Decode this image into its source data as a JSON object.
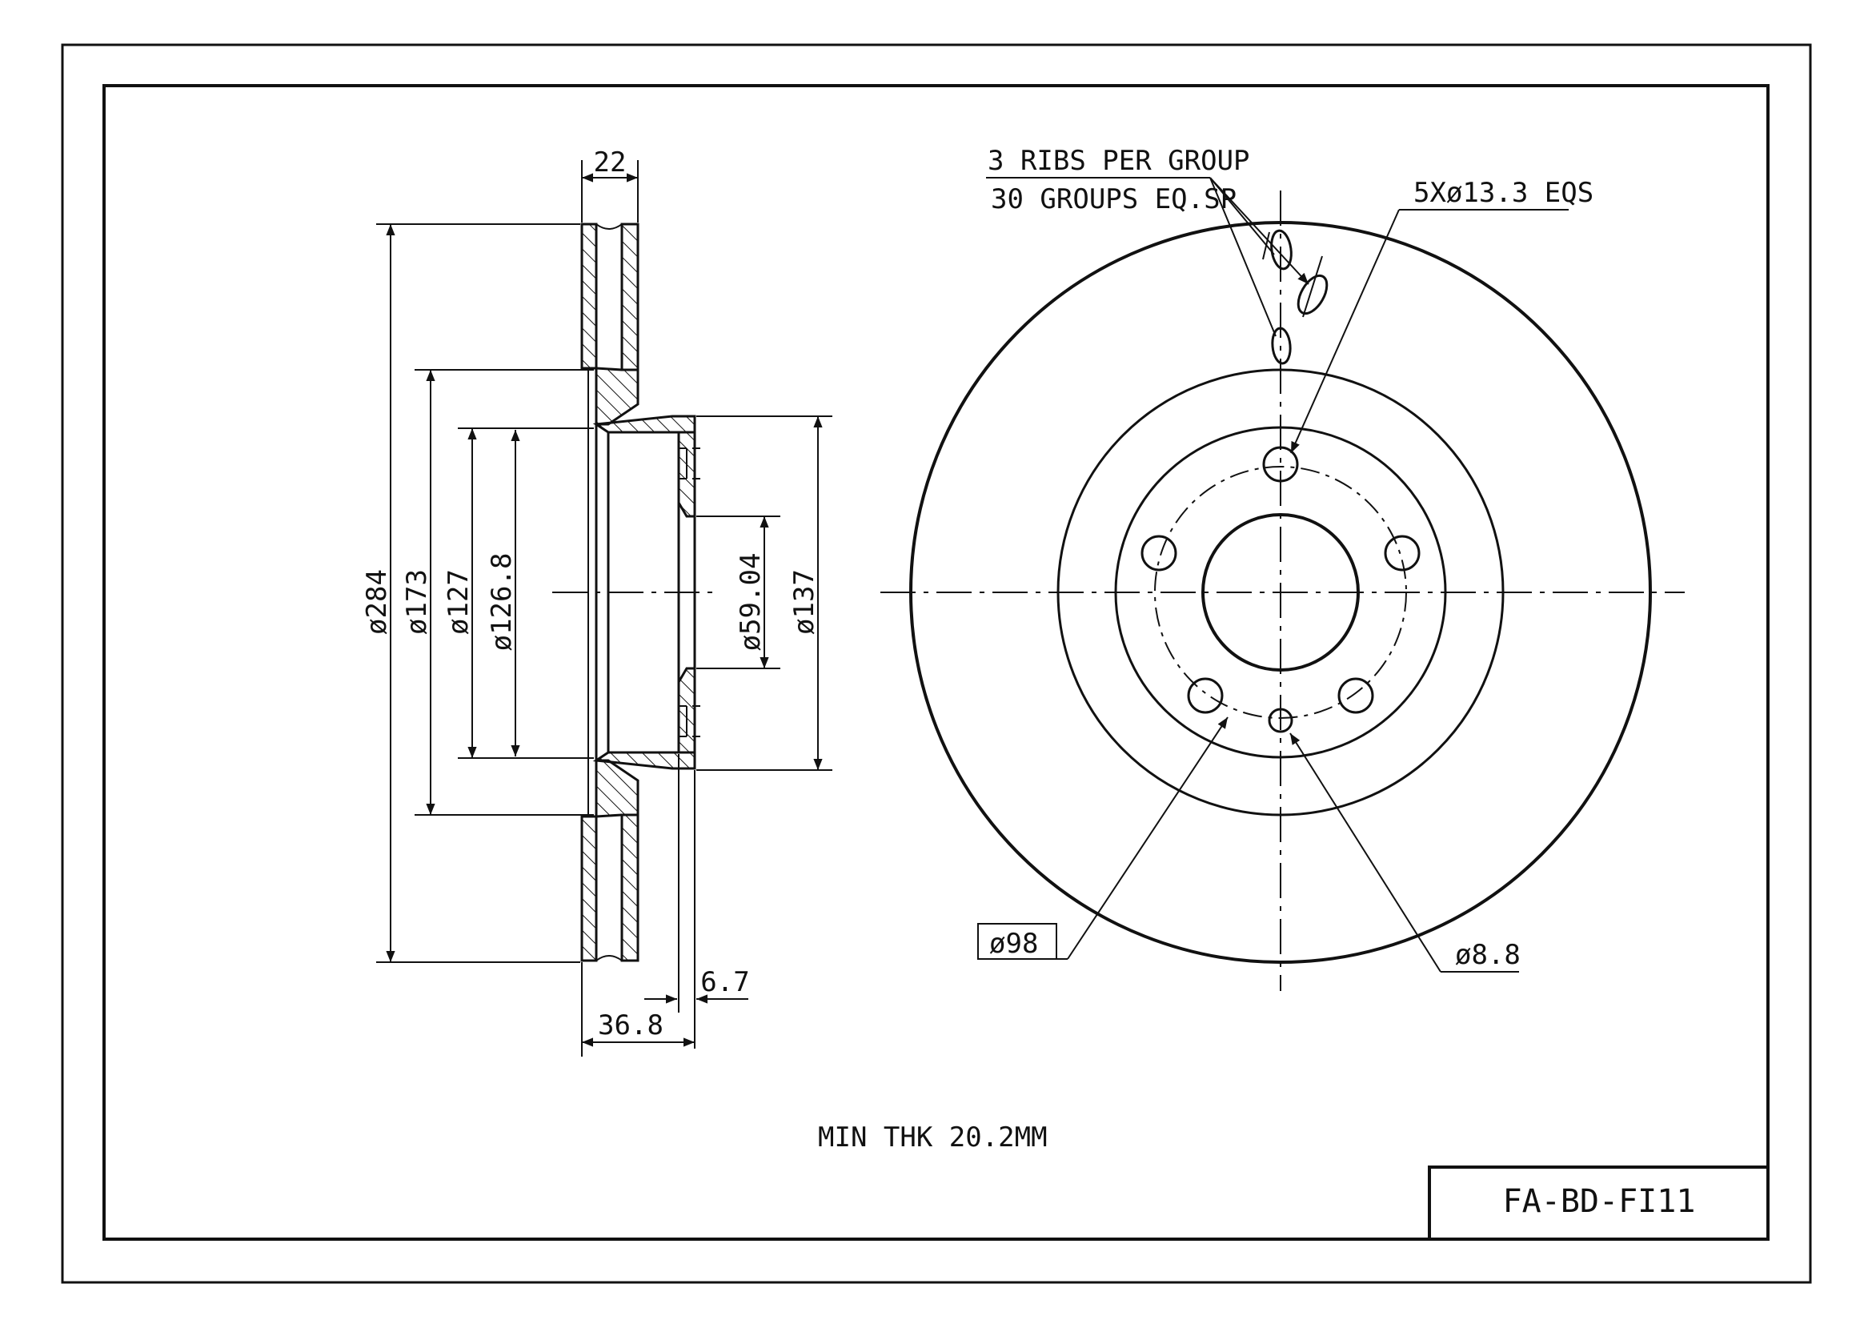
{
  "dimensions": {
    "width_22": "22",
    "d284": "ø284",
    "d173": "ø173",
    "d127": "ø127",
    "d126_8": "ø126.8",
    "d59_04": "ø59.04",
    "d137": "ø137",
    "thk_6_7": "6.7",
    "offset_36_8": "36.8"
  },
  "notes": {
    "ribs_line1": "3 RIBS PER GROUP",
    "ribs_line2": "30 GROUPS EQ.SP",
    "bolt_holes": "5Xø13.3 EQS",
    "pcd": "ø98",
    "small_hole": "ø8.8",
    "min_thickness": "MIN THK 20.2MM"
  },
  "title_block": {
    "part_number": "FA-BD-FI11"
  }
}
